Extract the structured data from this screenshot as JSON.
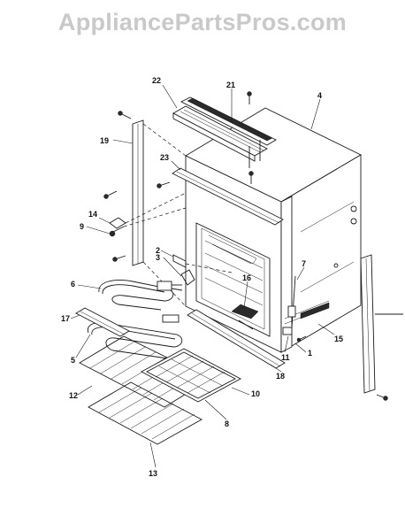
{
  "watermark": "AppliancePartsPros.com",
  "callouts": [
    {
      "id": "c22",
      "label": "22"
    },
    {
      "id": "c21",
      "label": "21"
    },
    {
      "id": "c4",
      "label": "4"
    },
    {
      "id": "c19",
      "label": "19"
    },
    {
      "id": "c23",
      "label": "23"
    },
    {
      "id": "c14",
      "label": "14"
    },
    {
      "id": "c9",
      "label": "9"
    },
    {
      "id": "c2",
      "label": "2"
    },
    {
      "id": "c3",
      "label": "3"
    },
    {
      "id": "c6",
      "label": "6"
    },
    {
      "id": "c16",
      "label": "16"
    },
    {
      "id": "c7",
      "label": "7"
    },
    {
      "id": "c17",
      "label": "17"
    },
    {
      "id": "c5",
      "label": "5"
    },
    {
      "id": "c15",
      "label": "15"
    },
    {
      "id": "c11",
      "label": "11"
    },
    {
      "id": "c1",
      "label": "1"
    },
    {
      "id": "c12",
      "label": "12"
    },
    {
      "id": "c10",
      "label": "10"
    },
    {
      "id": "c18",
      "label": "18"
    },
    {
      "id": "c8",
      "label": "8"
    },
    {
      "id": "c13",
      "label": "13"
    }
  ]
}
